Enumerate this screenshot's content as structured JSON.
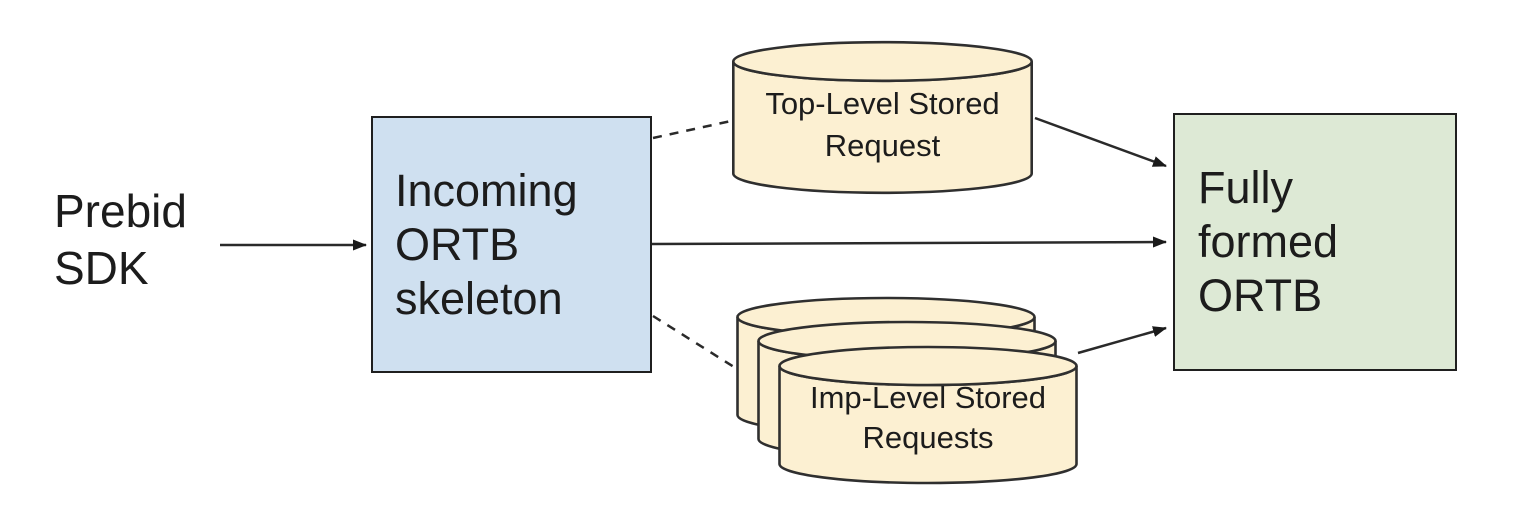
{
  "diagram": {
    "background_color": "#ffffff",
    "line_color": "#2a2a2a",
    "border_color": "#1f1f1f",
    "text_color": "#1c1c1c",
    "nodes": {
      "prebid_sdk": {
        "type": "text",
        "label": "Prebid\nSDK"
      },
      "incoming_ortb_skeleton": {
        "type": "box",
        "label": "Incoming\nORTB\nskeleton",
        "fill": "#cfe0f0"
      },
      "top_level_stored_request": {
        "type": "cylinder",
        "label": "Top-Level Stored\nRequest",
        "fill": "#fcf0d2"
      },
      "imp_level_stored_requests": {
        "type": "cylinder-stack",
        "stack_count": 3,
        "label": "Imp-Level Stored\nRequests",
        "fill": "#fcf0d2"
      },
      "fully_formed_ortb": {
        "type": "box",
        "label": "Fully\nformed\nORTB",
        "fill": "#dde9d5"
      }
    },
    "edges": [
      {
        "from": "prebid_sdk",
        "to": "incoming_ortb_skeleton",
        "style": "solid",
        "arrowhead": true
      },
      {
        "from": "incoming_ortb_skeleton",
        "to": "top_level_stored_request",
        "style": "dashed",
        "arrowhead": false
      },
      {
        "from": "top_level_stored_request",
        "to": "fully_formed_ortb",
        "style": "solid",
        "arrowhead": true
      },
      {
        "from": "incoming_ortb_skeleton",
        "to": "fully_formed_ortb",
        "style": "solid",
        "arrowhead": true
      },
      {
        "from": "incoming_ortb_skeleton",
        "to": "imp_level_stored_requests",
        "style": "dashed",
        "arrowhead": false
      },
      {
        "from": "imp_level_stored_requests",
        "to": "fully_formed_ortb",
        "style": "solid",
        "arrowhead": true
      }
    ]
  }
}
